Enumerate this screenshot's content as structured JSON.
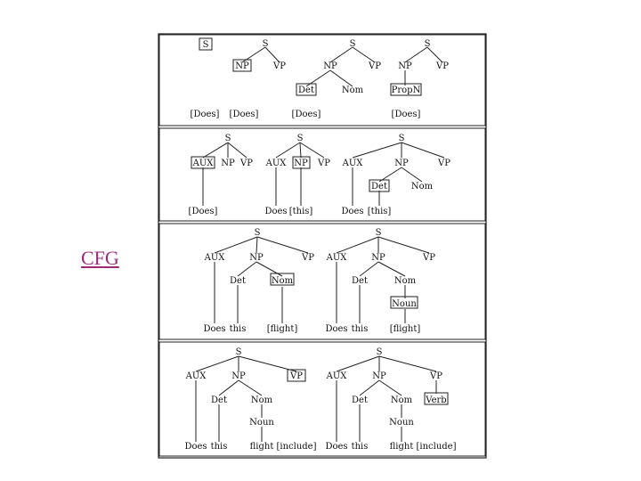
{
  "side_label": "CFG",
  "trees": {
    "p1t1": {
      "s": "S"
    },
    "p1t2": {
      "s": "S",
      "np": "NP",
      "vp": "VP"
    },
    "p1t3": {
      "s": "S",
      "np": "NP",
      "vp": "VP",
      "det": "Det",
      "nom": "Nom"
    },
    "p1t4": {
      "s": "S",
      "np": "NP",
      "vp": "VP",
      "propn": "PropN"
    },
    "p1words": [
      "[Does]",
      "[Does]",
      "[Does]",
      "[Does]"
    ],
    "p2t1": {
      "s": "S",
      "aux": "AUX",
      "np": "NP",
      "vp": "VP",
      "w": "[Does]"
    },
    "p2t2": {
      "s": "S",
      "aux": "AUX",
      "np": "NP",
      "vp": "VP",
      "w1": "Does",
      "w2": "[this]"
    },
    "p2t3": {
      "s": "S",
      "aux": "AUX",
      "np": "NP",
      "vp": "VP",
      "det": "Det",
      "nom": "Nom",
      "w1": "Does",
      "w2": "[this]"
    },
    "p3t1": {
      "s": "S",
      "aux": "AUX",
      "np": "NP",
      "vp": "VP",
      "det": "Det",
      "nom": "Nom",
      "w1": "Does",
      "w2": "this",
      "w3": "[flight]"
    },
    "p3t2": {
      "s": "S",
      "aux": "AUX",
      "np": "NP",
      "vp": "VP",
      "det": "Det",
      "nom": "Nom",
      "noun": "Noun",
      "w1": "Does",
      "w2": "this",
      "w3": "[flight]"
    },
    "p4t1": {
      "s": "S",
      "aux": "AUX",
      "np": "NP",
      "vp": "VP",
      "det": "Det",
      "nom": "Nom",
      "noun": "Noun",
      "w1": "Does",
      "w2": "this",
      "w3": "flight",
      "w4": "[include]"
    },
    "p4t2": {
      "s": "S",
      "aux": "AUX",
      "np": "NP",
      "vp": "VP",
      "det": "Det",
      "nom": "Nom",
      "noun": "Noun",
      "verb": "Verb",
      "w1": "Does",
      "w2": "this",
      "w3": "flight",
      "w4": "[include]"
    }
  }
}
